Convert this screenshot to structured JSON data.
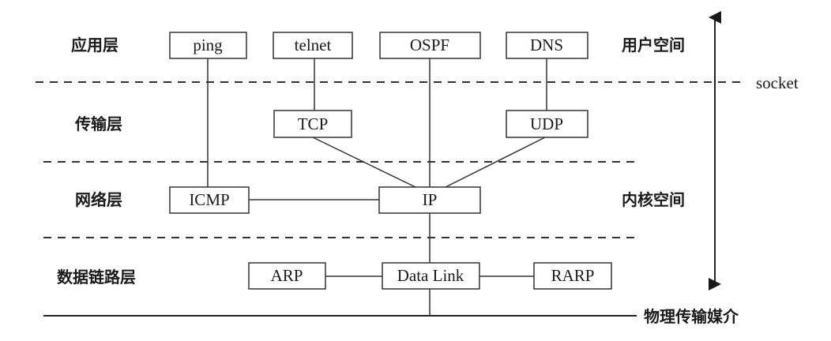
{
  "layers": {
    "application": "应用层",
    "transport": "传输层",
    "network": "网络层",
    "datalink": "数据链路层"
  },
  "spaces": {
    "user": "用户空间",
    "kernel": "内核空间",
    "socket": "socket",
    "physical_medium": "物理传输媒介"
  },
  "nodes": {
    "ping": "ping",
    "telnet": "telnet",
    "ospf": "OSPF",
    "dns": "DNS",
    "tcp": "TCP",
    "udp": "UDP",
    "icmp": "ICMP",
    "ip": "IP",
    "arp": "ARP",
    "datalink": "Data Link",
    "rarp": "RARP"
  }
}
